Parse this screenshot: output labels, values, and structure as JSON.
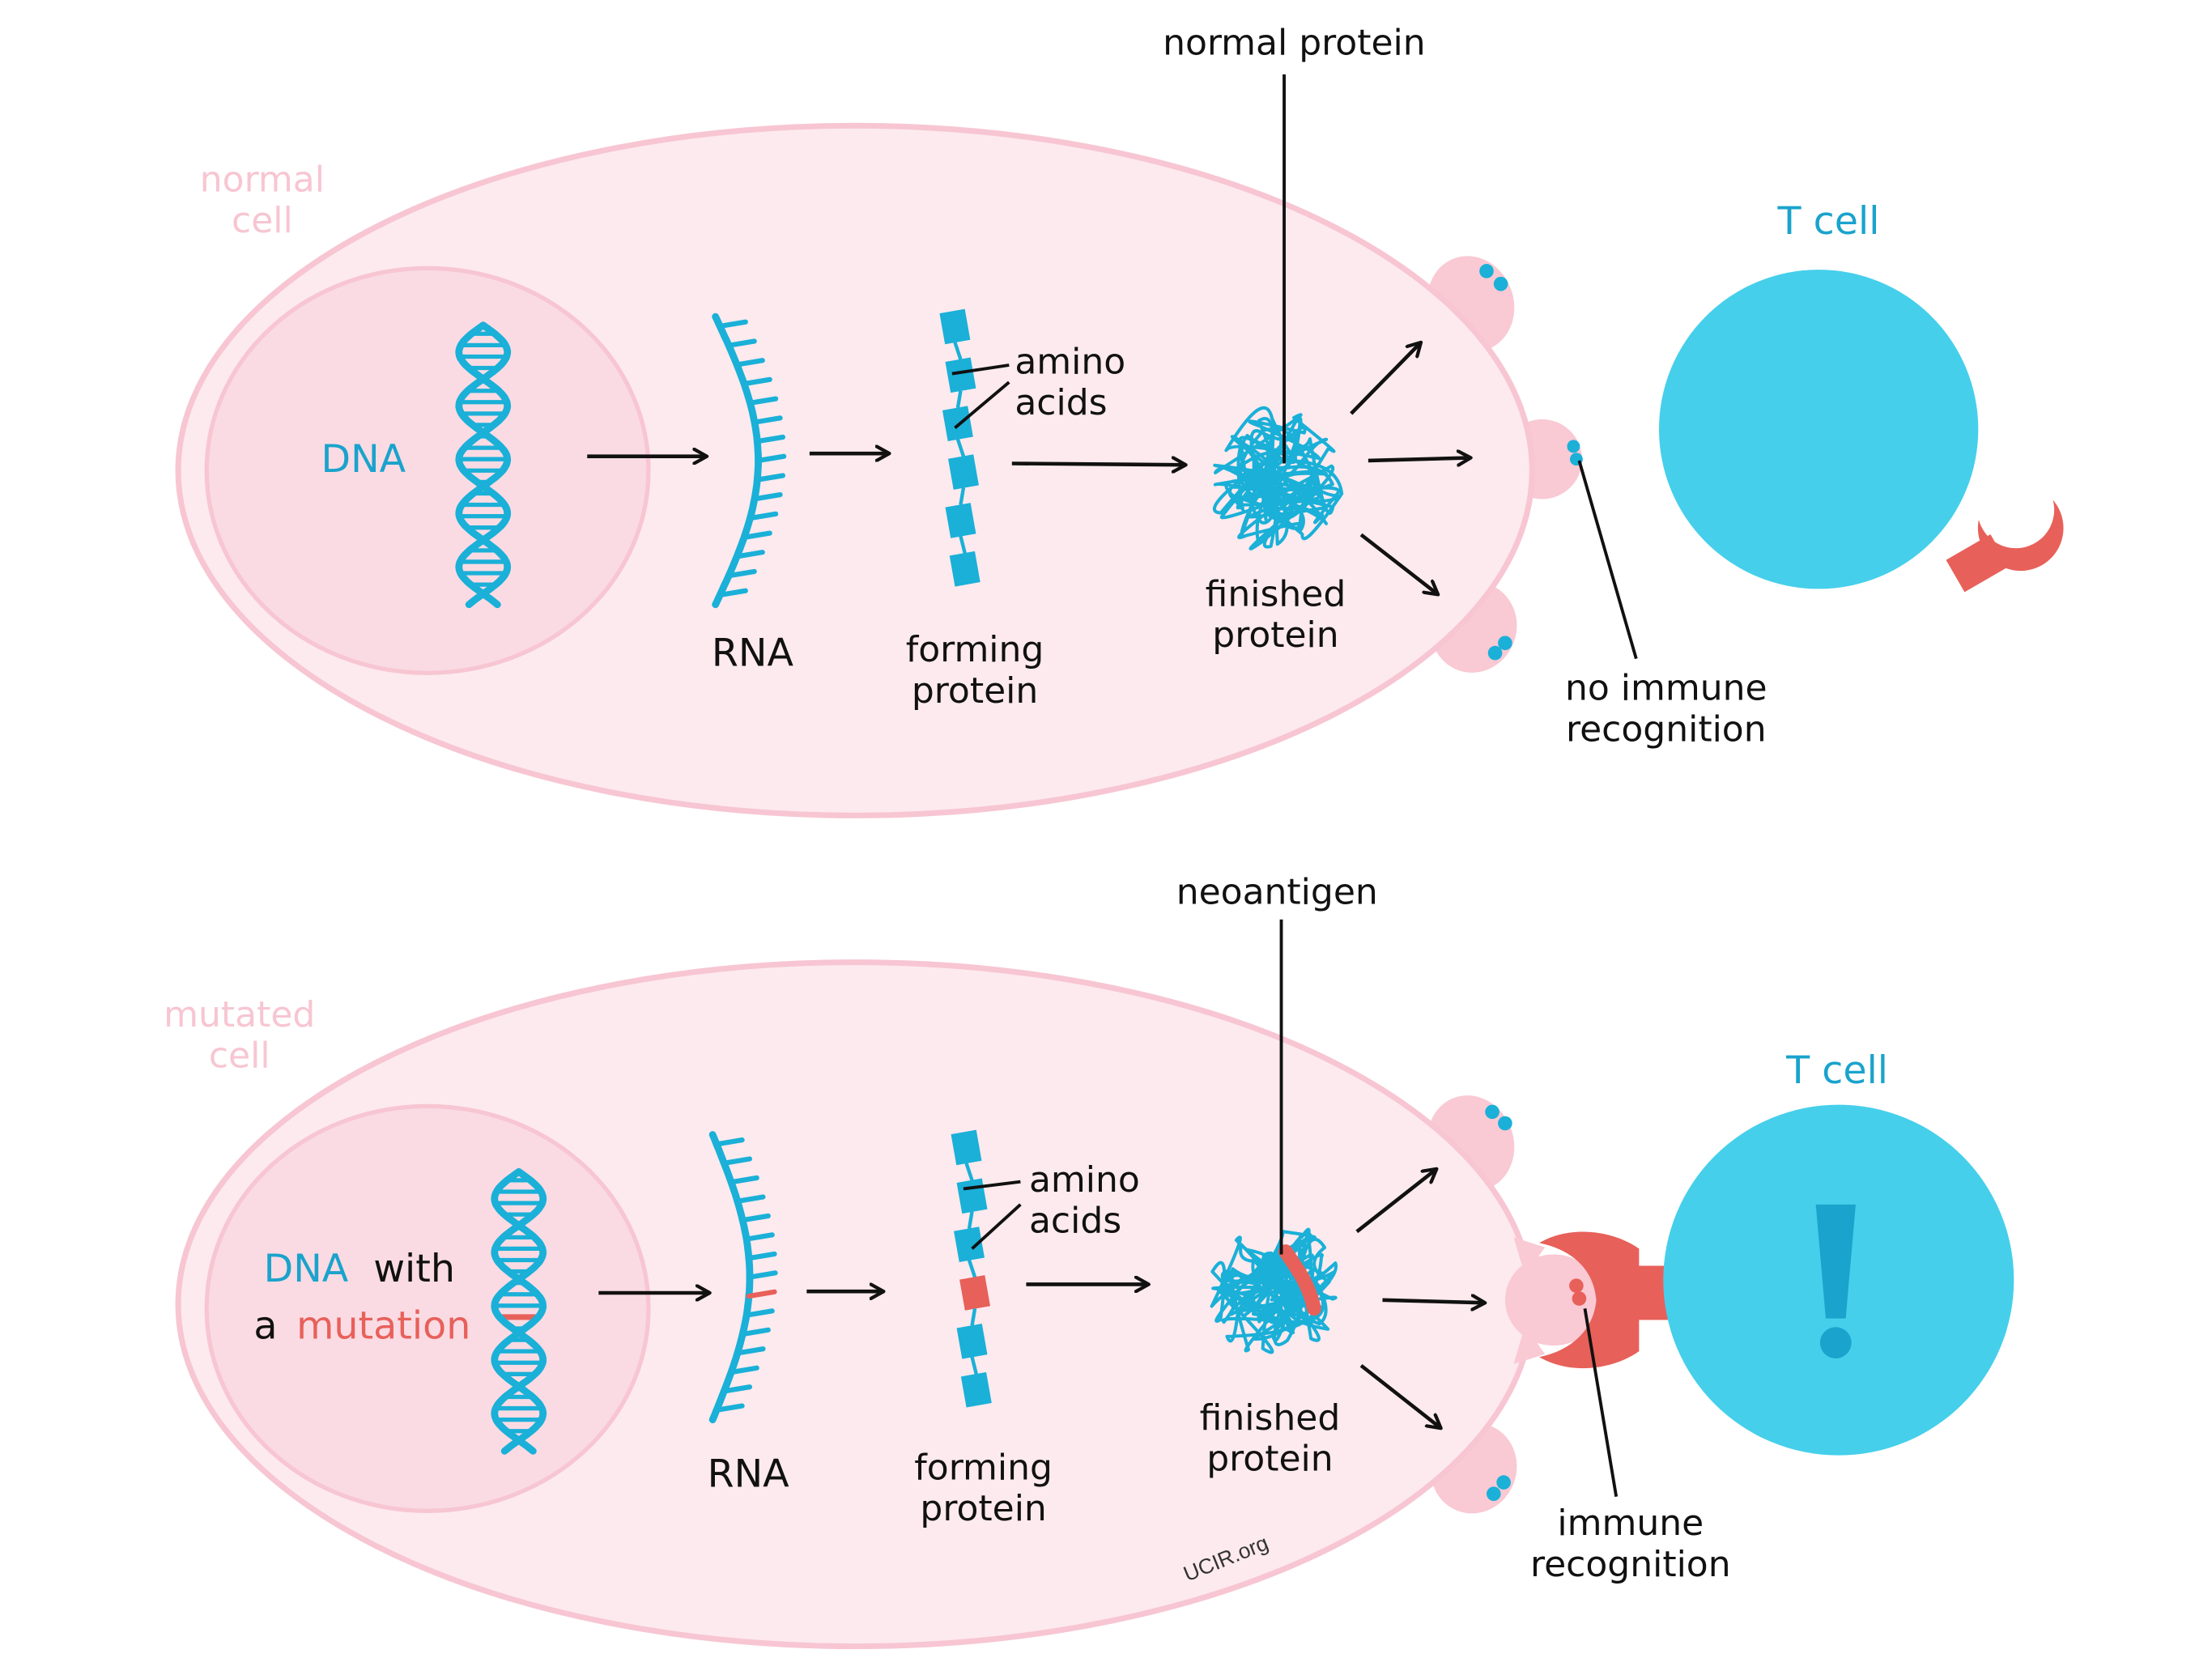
{
  "colors": {
    "cell_fill": "#fdeaee",
    "cell_stroke": "#f7c6d2",
    "nucleus_fill": "#fadbe3",
    "blue": "#1ab0d8",
    "t_cell": "#45cfeb",
    "red": "#e8605a",
    "receptor_pink": "#f9c9d4",
    "text": "#111111"
  },
  "top": {
    "cell_label": "normal\ncell",
    "dna_label": "DNA",
    "rna_label": "RNA",
    "forming_protein_label": "forming\nprotein",
    "amino_acids_label": "amino\nacids",
    "finished_protein_label": "finished\nprotein",
    "callout_label": "normal protein",
    "t_cell_label": "T cell",
    "recognition_label": "no immune\nrecognition"
  },
  "bottom": {
    "cell_label": "mutated\ncell",
    "dna_label_word": "DNA",
    "dna_label_with": "with",
    "dna_label_a": "a",
    "dna_label_mutation": "mutation",
    "rna_label": "RNA",
    "forming_protein_label": "forming\nprotein",
    "amino_acids_label": "amino\nacids",
    "finished_protein_label": "finished\nprotein",
    "callout_label": "neoantigen",
    "t_cell_label": "T cell",
    "t_cell_alert": "!",
    "recognition_label": "immune\nrecognition"
  },
  "watermark": "UCIR.org"
}
